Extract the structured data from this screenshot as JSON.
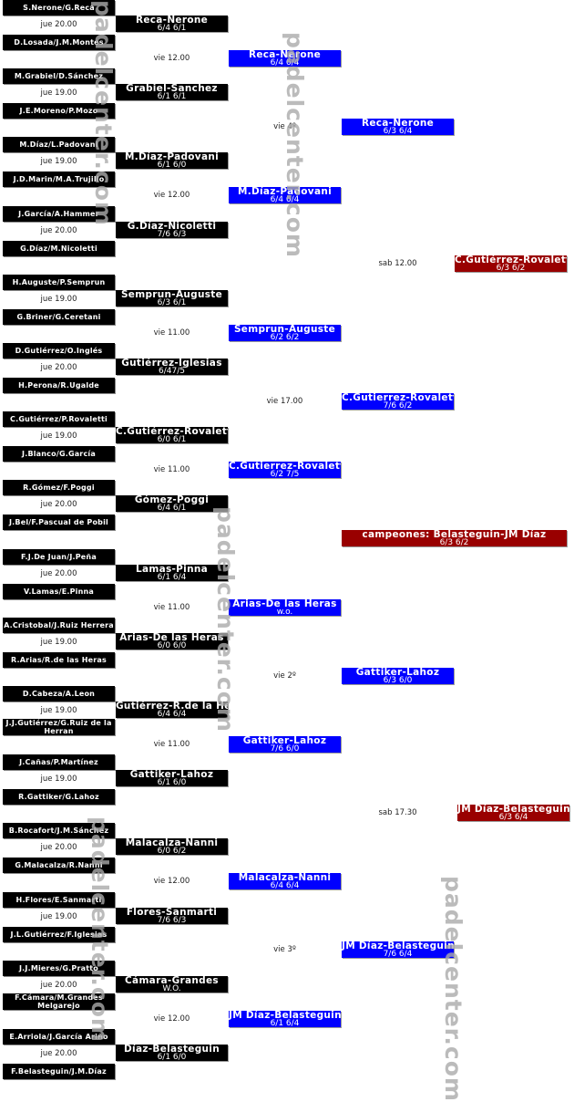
{
  "colors": {
    "round1": "#000000",
    "round2": "#0000ff",
    "semis": "#990000",
    "final": "#990000"
  },
  "watermark": "padelcenter.com",
  "round1": [
    {
      "p1": "S.Nerone/G.Reca",
      "time": "jue 20.00",
      "p2": "D.Losada/J.M.Montes",
      "winner": "Reca-Nerone",
      "score": "6/4 6/1"
    },
    {
      "p1": "M.Grabiel/D.Sánchez",
      "time": "jue 19.00",
      "p2": "J.E.Moreno/P.Mozo",
      "winner": "Grabiel-Sanchez",
      "score": "6/1 6/1"
    },
    {
      "p1": "M.Díaz/L.Padovani",
      "time": "jue 19.00",
      "p2": "J.D.Marin/M.A.Trujillo",
      "winner": "M.Díaz-Padovani",
      "score": "6/1 6/0"
    },
    {
      "p1": "J.García/A.Hammer",
      "time": "jue 20.00",
      "p2": "G.Díaz/M.Nicoletti",
      "winner": "G.Díaz-Nicoletti",
      "score": "7/6 6/3"
    },
    {
      "p1": "H.Auguste/P.Semprun",
      "time": "jue 19.00",
      "p2": "G.Briner/G.Ceretani",
      "winner": "Semprun-Auguste",
      "score": "6/3 6/1"
    },
    {
      "p1": "D.Gutiérrez/O.Inglés",
      "time": "jue 20.00",
      "p2": "H.Perona/R.Ugalde",
      "winner": "Gutiérrez-Iglesias",
      "score": "6/47/5"
    },
    {
      "p1": "C.Gutiérrez/P.Rovaletti",
      "time": "jue 19.00",
      "p2": "J.Blanco/G.García",
      "winner": "C.Gutiérrez-Rovaletti",
      "score": "6/0 6/1"
    },
    {
      "p1": "R.Gómez/F.Poggi",
      "time": "jue 20.00",
      "p2": "J.Bel/F.Pascual de Pobil",
      "winner": "Gómez-Poggi",
      "score": "6/4 6/1"
    },
    {
      "p1": "F.J.De Juan/J.Peña",
      "time": "jue 20.00",
      "p2": "V.Lamas/E.Pinna",
      "winner": "Lamas-Pinna",
      "score": "6/1 6/4"
    },
    {
      "p1": "A.Cristobal/J.Ruiz Herrera",
      "time": "jue 19.00",
      "p2": "R.Arias/R.de las Heras",
      "winner": "Arias-De las Heras",
      "score": "6/0 6/0"
    },
    {
      "p1": "D.Cabeza/A.Leon",
      "time": "jue 19.00",
      "p2": "J.J.Gutiérrez/G.Ruiz de la Herran",
      "winner": "Gutiérrez-R.de la Herrán",
      "score": "6/4 6/4"
    },
    {
      "p1": "J.Cañas/P.Martínez",
      "time": "jue 19.00",
      "p2": "R.Gattiker/G.Lahoz",
      "winner": "Gattiker-Lahoz",
      "score": "6/1 6/0"
    },
    {
      "p1": "B.Rocafort/J.M.Sánchez",
      "time": "jue 20.00",
      "p2": "G.Malacalza/R.Nanni",
      "winner": "Malacalza-Nanni",
      "score": "6/0 6/2"
    },
    {
      "p1": "H.Flores/E.Sanmarti",
      "time": "jue 19.00",
      "p2": "J.L.Gutiérrez/F.Iglesias",
      "winner": "Flores-Sanmarti",
      "score": "7/6 6/3"
    },
    {
      "p1": "J.J.Mieres/G.Pratto",
      "time": "jue 20.00",
      "p2": "F.Cámara/M.Grandes Melgarejo",
      "winner": "Cámara-Grandes",
      "score": "W.O."
    },
    {
      "p1": "E.Arriola/J.García Ariño",
      "time": "jue 20.00",
      "p2": "F.Belasteguin/J.M.Díaz",
      "winner": "Díaz-Belasteguin",
      "score": "6/1 6/0"
    }
  ],
  "round2": [
    {
      "time": "vie 12.00",
      "winner": "Reca-Nerone",
      "score": "6/4 6/4"
    },
    {
      "time": "vie 12.00",
      "winner": "M.Díaz-Padovani",
      "score": "6/4 6/4"
    },
    {
      "time": "vie 11.00",
      "winner": "Semprun-Auguste",
      "score": "6/2 6/2"
    },
    {
      "time": "vie 11.00",
      "winner": "C.Gutierrez-Rovaletti",
      "score": "6/2 7/5"
    },
    {
      "time": "vie 11.00",
      "winner": "Arias-De las Heras",
      "score": "w.o."
    },
    {
      "time": "vie 11.00",
      "winner": "Gattiker-Lahoz",
      "score": "7/6 6/0"
    },
    {
      "time": "vie 12.00",
      "winner": "Malacalza-Nanni",
      "score": "6/4 6/4"
    },
    {
      "time": "vie 12.00",
      "winner": "JM Díaz-Belasteguin",
      "score": "6/1 6/4"
    }
  ],
  "quarterfinals": [
    {
      "time": "vie 4º",
      "winner": "Reca-Nerone",
      "score": "6/3 6/4"
    },
    {
      "time": "vie 17.00",
      "winner": "C.Gutierrez-Rovaletti",
      "score": "7/6 6/2"
    },
    {
      "time": "vie 2º",
      "winner": "Gattiker-Lahoz",
      "score": "6/3 6/0"
    },
    {
      "time": "vie 3º",
      "winner": "JM Díaz-Belasteguin",
      "score": "7/6 6/4"
    }
  ],
  "semifinals": [
    {
      "time": "sab 12.00",
      "winner": "C.Gutiérrez-Rovaletti",
      "score": "6/3 6/2"
    },
    {
      "time": "sab 17.30",
      "winner": "JM Díaz-Belasteguin",
      "score": "6/3 6/4"
    }
  ],
  "final": {
    "winner": "campeones: Belasteguin-JM Díaz",
    "score": "6/3 6/2"
  }
}
